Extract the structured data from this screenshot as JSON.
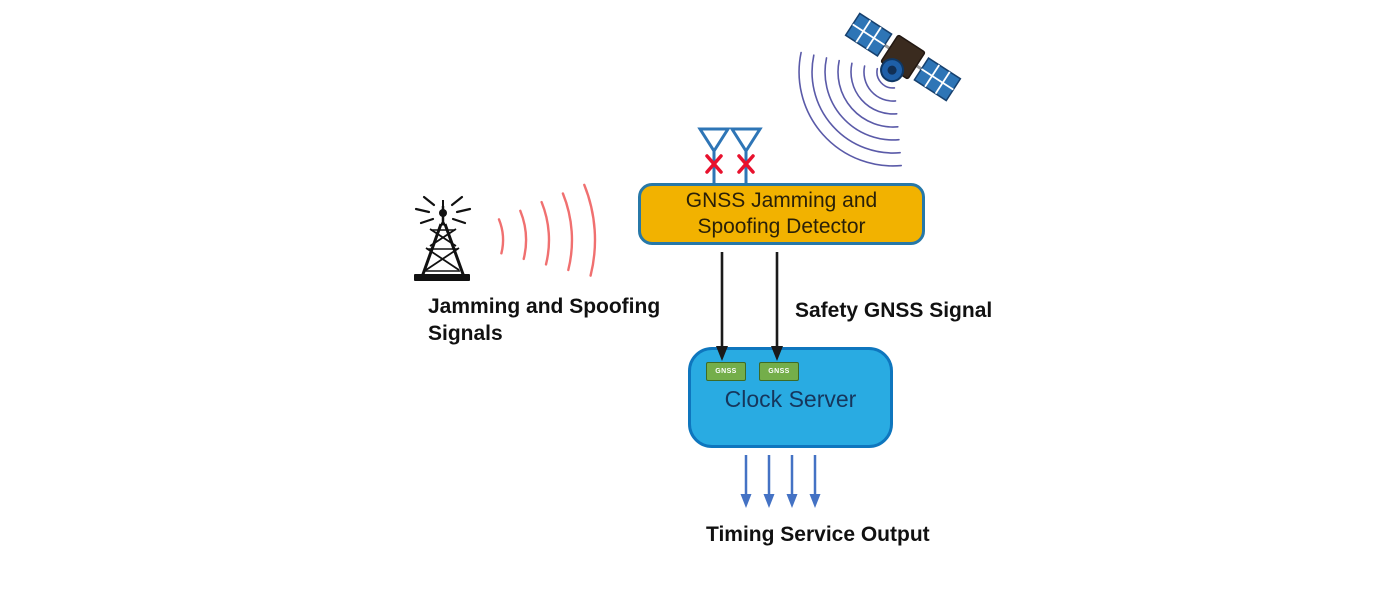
{
  "diagram": {
    "detector_box": {
      "label_line1": "GNSS Jamming and",
      "label_line2": "Spoofing Detector",
      "fill": "#F2B200",
      "border": "#2778A8"
    },
    "clock_server_box": {
      "title": "Clock Server",
      "ports": [
        {
          "label": "GNSS"
        },
        {
          "label": "GNSS"
        }
      ],
      "fill": "#29ABE2",
      "border": "#0E76BE",
      "port_fill": "#74AE4A",
      "port_border": "#3E6B25"
    },
    "labels": {
      "jamming_signals_line1": "Jamming and Spoofing",
      "jamming_signals_line2": "Signals",
      "safety_gnss_signal": "Safety GNSS Signal",
      "timing_service_output": "Timing Service Output"
    },
    "icons": {
      "satellite": "satellite-icon",
      "satellite_waves": "satellite-signal-waves",
      "antenna": "gnss-antenna-icon",
      "blocked_x": "blocked-x-icon",
      "tower": "radio-tower-icon",
      "jamming_waves": "jamming-signal-waves",
      "feed_arrows": "gnss-feed-arrow",
      "timing_arrows": "timing-output-arrow"
    },
    "colors": {
      "jamming_wave": "#F07070",
      "satellite_wave": "#5A5AA8",
      "antenna_blue": "#2E75B6",
      "blocked_x_red": "#E8112D",
      "feed_arrow": "#1A1A1A",
      "timing_arrow": "#4472C4",
      "label_text": "#111111",
      "detector_text": "#2A2008",
      "server_text": "#16365C"
    }
  }
}
